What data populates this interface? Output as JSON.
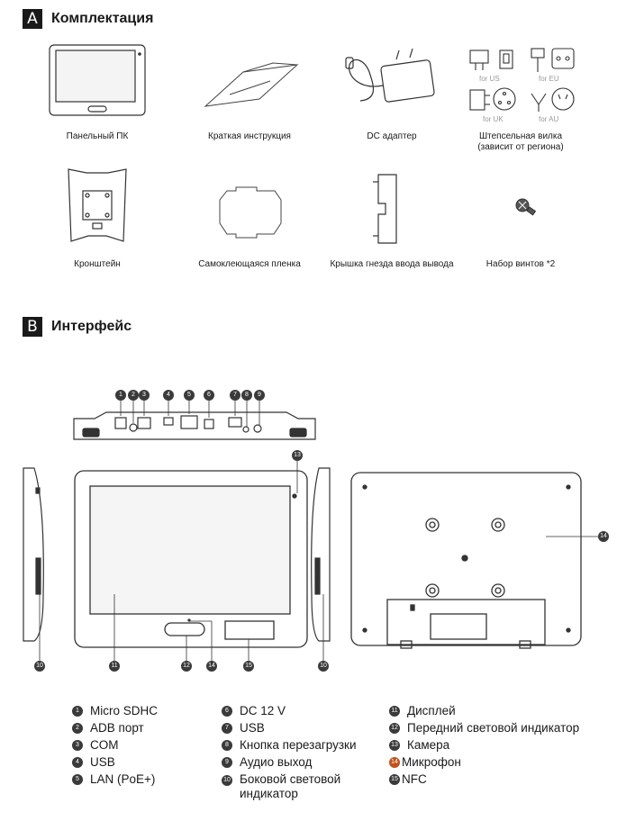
{
  "section_a": {
    "letter": "A",
    "title": "Комплектация"
  },
  "section_b": {
    "letter": "B",
    "title": "Интерфейс"
  },
  "package_items": [
    {
      "label": "Панельный ПК"
    },
    {
      "label": "Краткая инструкция"
    },
    {
      "label": "DC адаптер"
    },
    {
      "label": "Штепсельная вилка\n(зависит от региона)"
    },
    {
      "label": "Кронштейн"
    },
    {
      "label": "Самоклеющаяся пленка"
    },
    {
      "label": "Крышка гнезда ввода вывода"
    },
    {
      "label": "Набор винтов *2"
    }
  ],
  "plug_regions": [
    "for US",
    "for EU",
    "for UK",
    "for AU"
  ],
  "callout_numbers": [
    "1",
    "2",
    "3",
    "4",
    "5",
    "6",
    "7",
    "8",
    "9",
    "10",
    "11",
    "12",
    "13",
    "14",
    "15"
  ],
  "legend": {
    "col1": [
      {
        "n": "1",
        "label": "Micro SDHC"
      },
      {
        "n": "2",
        "label": "ADB порт"
      },
      {
        "n": "3",
        "label": "COM"
      },
      {
        "n": "4",
        "label": "USB"
      },
      {
        "n": "5",
        "label": "LAN (PoE+)"
      }
    ],
    "col2": [
      {
        "n": "6",
        "label": "DC 12 V"
      },
      {
        "n": "7",
        "label": "USB"
      },
      {
        "n": "8",
        "label": "Кнопка перезагрузки"
      },
      {
        "n": "9",
        "label": "Аудио выход"
      },
      {
        "n": "10",
        "label": "Боковой световой\nиндикатор"
      }
    ],
    "col3": [
      {
        "n": "11",
        "label": "Дисплей"
      },
      {
        "n": "12",
        "label": "Передний световой индикатор"
      },
      {
        "n": "13",
        "label": "Камера"
      },
      {
        "n": "14",
        "label": "Микрофон"
      },
      {
        "n": "15",
        "label": "NFC"
      }
    ]
  }
}
